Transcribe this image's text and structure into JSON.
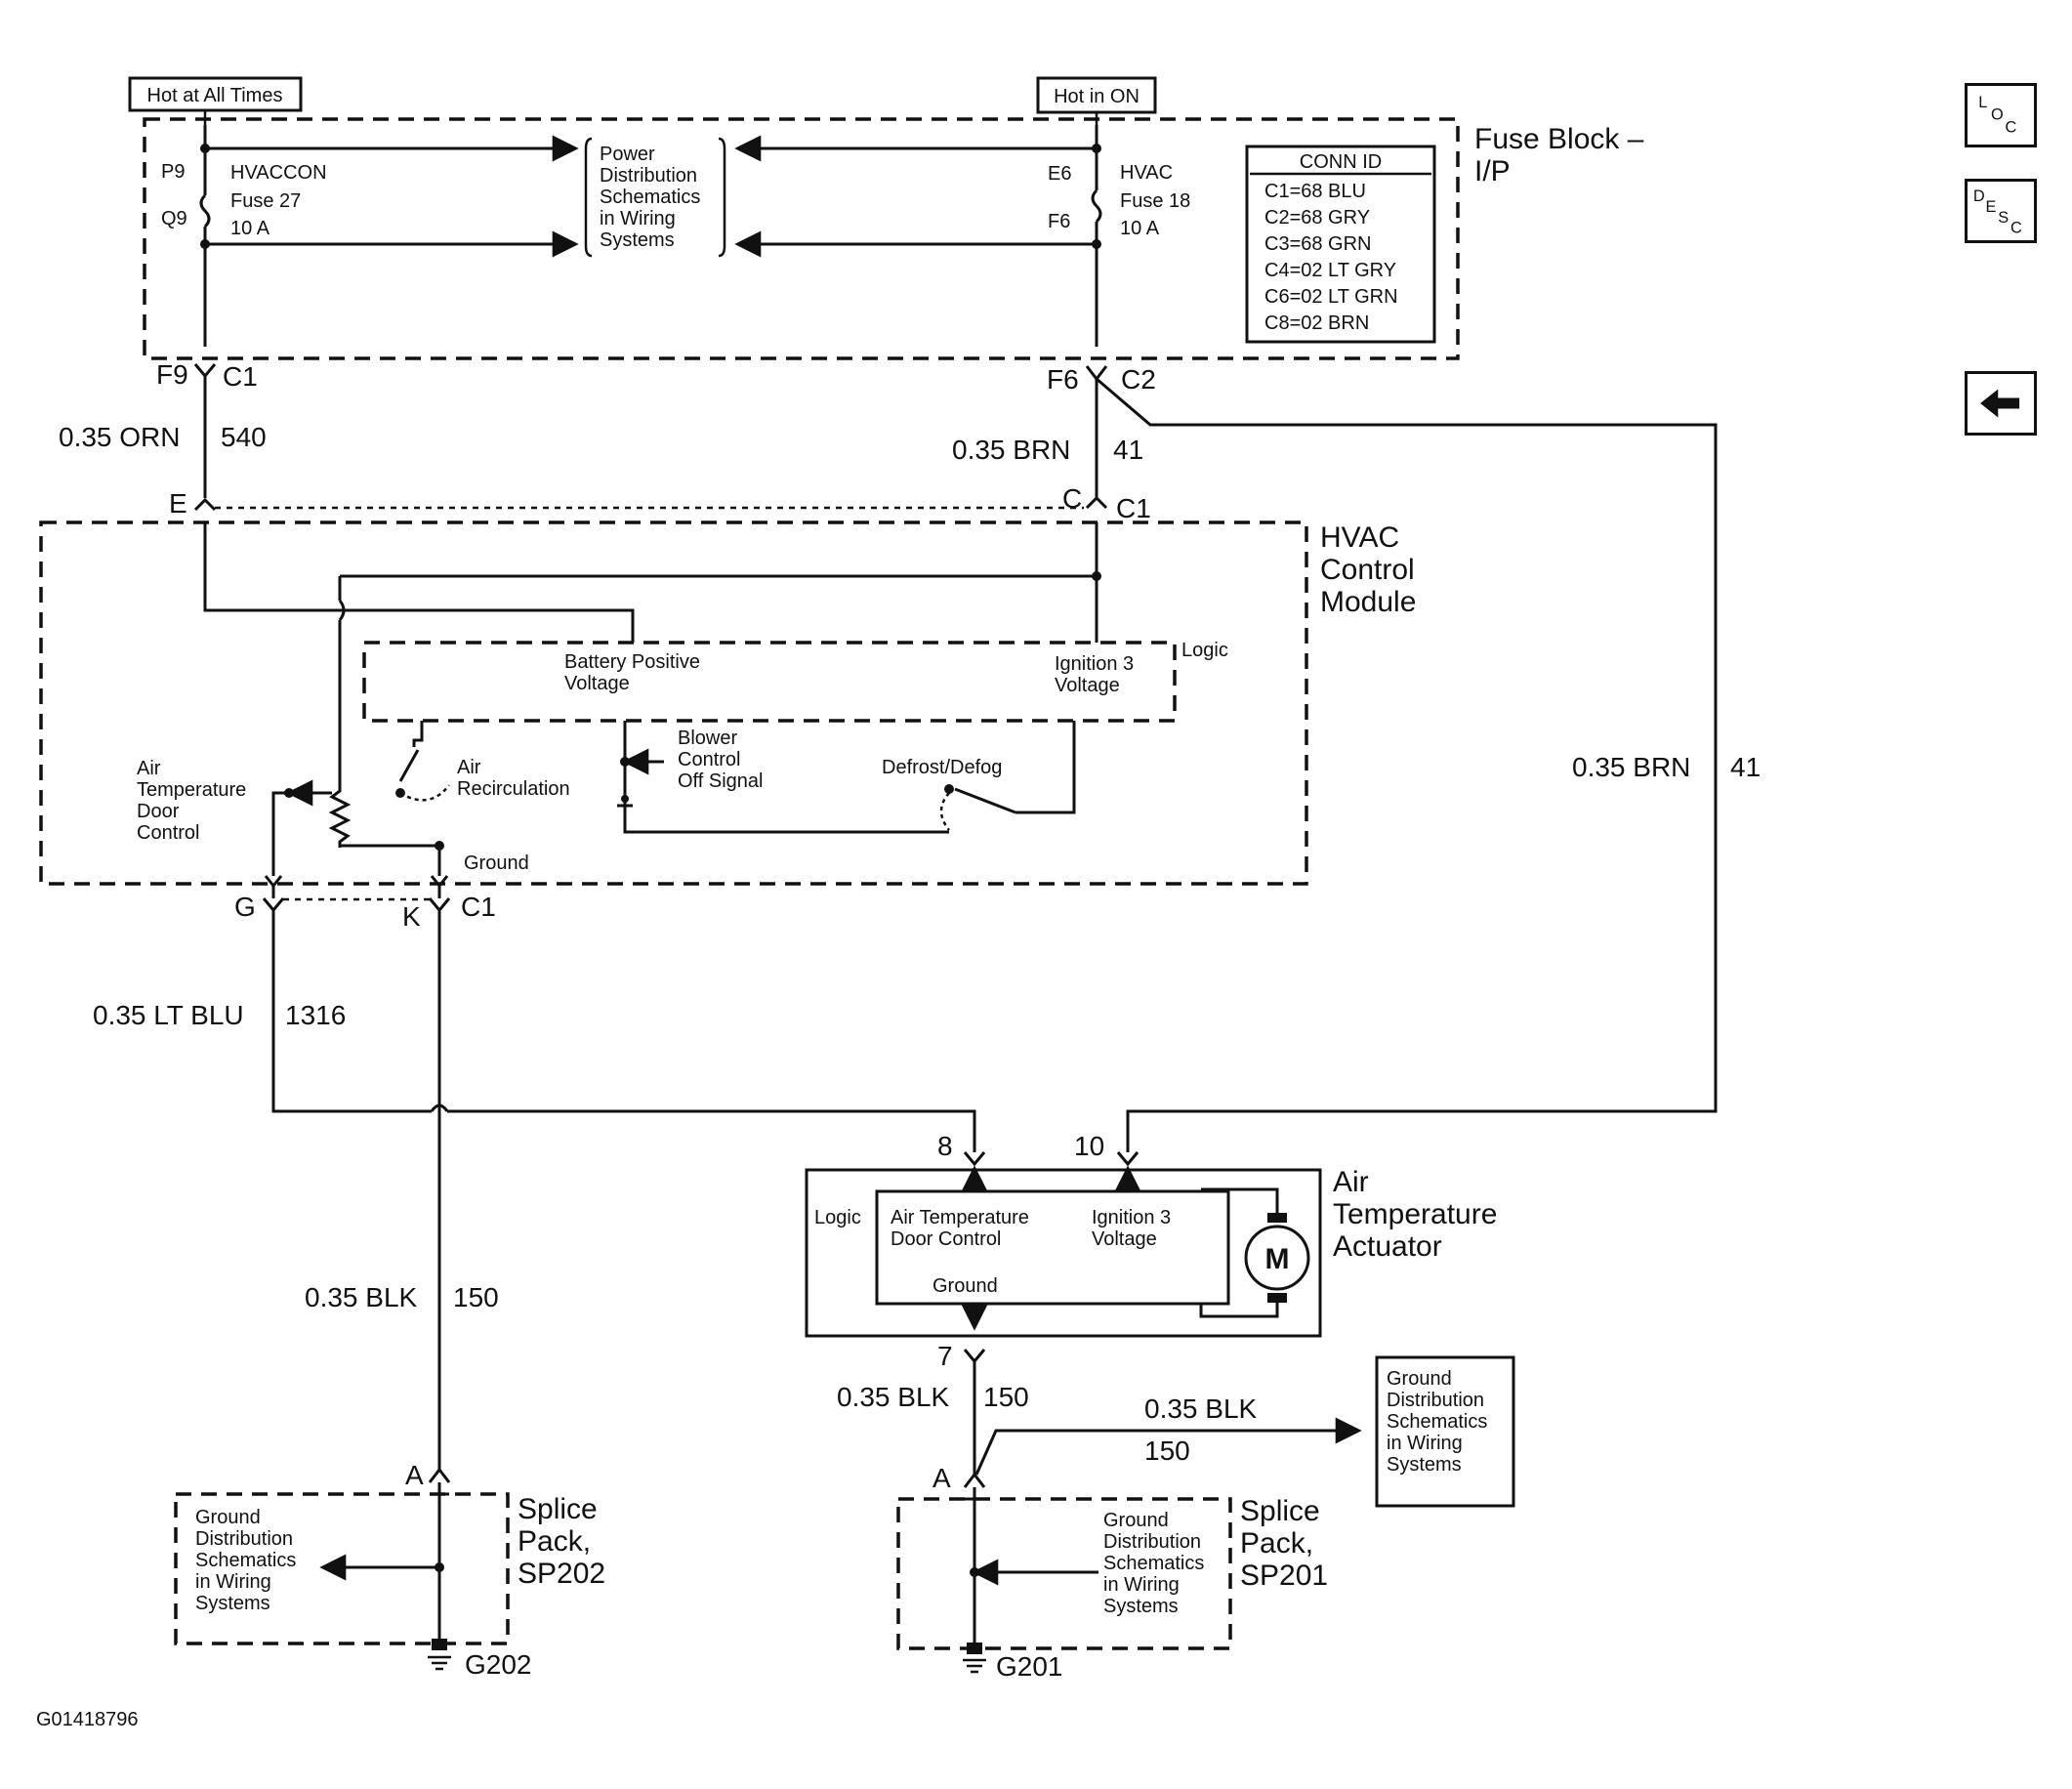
{
  "diagram_id": "G01418796",
  "power": {
    "hot_all_times": "Hot at All Times",
    "hot_in_on": "Hot in ON"
  },
  "fuse_block": {
    "title": "Fuse Block –\nI/P",
    "left_fuse": {
      "pin_top": "P9",
      "pin_bottom": "Q9",
      "name": "HVACCON",
      "fuse": "Fuse 27",
      "rating": "10 A"
    },
    "right_fuse": {
      "pin_top": "E6",
      "pin_bottom": "F6",
      "name": "HVAC",
      "fuse": "Fuse 18",
      "rating": "10 A"
    },
    "power_dist": "Power\nDistribution\nSchematics\nin Wiring\nSystems",
    "conn_id": {
      "title": "CONN ID",
      "rows": [
        "C1=68 BLU",
        "C2=68 GRY",
        "C3=68 GRN",
        "C4=02 LT GRY",
        "C6=02 LT GRN",
        "C8=02 BRN"
      ]
    },
    "conn_left": {
      "pin": "F9",
      "conn": "C1"
    },
    "conn_right": {
      "pin": "F6",
      "conn": "C2"
    }
  },
  "wires": {
    "orn": {
      "gauge": "0.35 ORN",
      "circuit": "540"
    },
    "brn_left": {
      "gauge": "0.35 BRN",
      "circuit": "41"
    },
    "brn_right": {
      "gauge": "0.35 BRN",
      "circuit": "41"
    },
    "ltblu": {
      "gauge": "0.35 LT BLU",
      "circuit": "1316"
    },
    "blk_left": {
      "gauge": "0.35 BLK",
      "circuit": "150"
    },
    "blk_mid": {
      "gauge": "0.35 BLK",
      "circuit": "150"
    },
    "blk_out": {
      "gauge": "0.35 BLK",
      "circuit": "150"
    }
  },
  "hvac_module": {
    "title": "HVAC\nControl\nModule",
    "top_pins": {
      "left": "E",
      "right": "C",
      "conn": "C1"
    },
    "logic": "Logic",
    "battery_voltage": "Battery Positive\nVoltage",
    "ignition_voltage": "Ignition 3\nVoltage",
    "blower": "Blower\nControl\nOff Signal",
    "defrost": "Defrost/Defog",
    "air_temp_door": "Air\nTemperature\nDoor\nControl",
    "air_recirc": "Air\nRecirculation",
    "ground": "Ground",
    "bottom_pins": {
      "left": "G",
      "right": "K",
      "conn": "C1"
    }
  },
  "actuator": {
    "title": "Air\nTemperature\nActuator",
    "pin_8": "8",
    "pin_10": "10",
    "pin_7": "7",
    "logic": "Logic",
    "door_control": "Air Temperature\nDoor Control",
    "ignition": "Ignition 3\nVoltage",
    "ground": "Ground",
    "motor": "M"
  },
  "splice_left": {
    "title": "Splice\nPack,\nSP202",
    "pin": "A",
    "note": "Ground\nDistribution\nSchematics\nin Wiring\nSystems",
    "ground": "G202"
  },
  "splice_right": {
    "title": "Splice\nPack,\nSP201",
    "pin": "A",
    "note": "Ground\nDistribution\nSchematics\nin Wiring\nSystems",
    "ground": "G201"
  },
  "ground_ref": "Ground\nDistribution\nSchematics\nin Wiring\nSystems",
  "nav": {
    "loc": {
      "l": "L",
      "o": "O",
      "c": "C"
    },
    "desc": {
      "d": "D",
      "e": "E",
      "s": "S",
      "c": "C"
    }
  }
}
